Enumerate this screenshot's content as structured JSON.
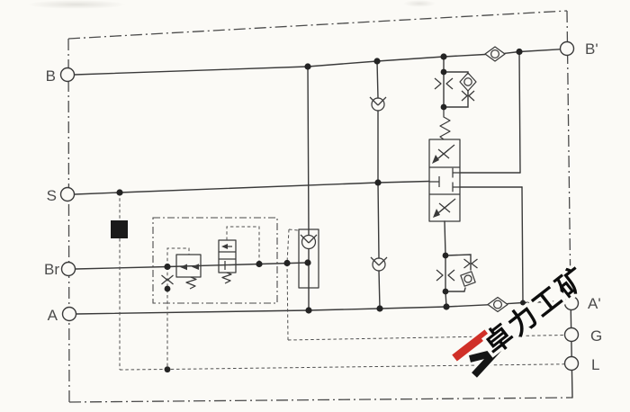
{
  "page": {
    "kind": "scanned hydraulic control-block schematic",
    "paper_color": "#fbfaf6"
  },
  "colors": {
    "ink": "#3a3a3a",
    "dashed_ink": "#4a4a4a",
    "dot": "#242424",
    "logo_red": "#d03028",
    "logo_black": "#151515",
    "watermark_text": "#0d0d0d"
  },
  "ports": {
    "left": [
      {
        "label": "B"
      },
      {
        "label": "S"
      },
      {
        "label": "Br"
      },
      {
        "label": "A"
      }
    ],
    "right": [
      {
        "label": "B'"
      },
      {
        "label": "A'"
      },
      {
        "label": "G"
      },
      {
        "label": "L"
      }
    ]
  },
  "watermark": {
    "text": "卓力工矿"
  },
  "components": [
    "inline-check-valve-near-b-prime",
    "inline-check-valve-near-a-prime",
    "anti-cavitation-check-valve-upper",
    "anti-cavitation-check-valve-lower",
    "pilot-operated-check-valve",
    "throttle-check-assembly-upper",
    "throttle-check-assembly-lower",
    "counterbalance-valve-3-section",
    "pressure-reducing-valve",
    "brake-shuttle-valve",
    "orifice-plug-black-square",
    "dash-dot-subassembly-box"
  ]
}
